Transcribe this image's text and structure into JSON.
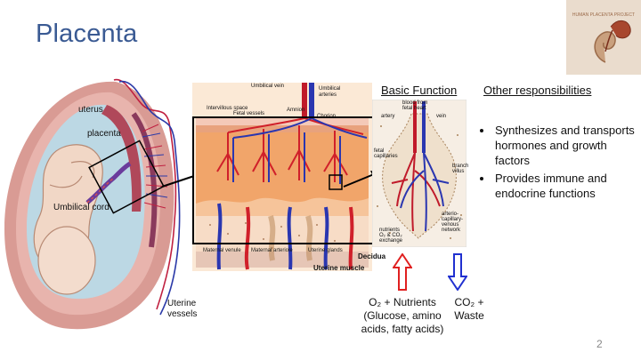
{
  "slide": {
    "title": "Placenta",
    "page_number": "2"
  },
  "figure_left": {
    "label_uterus": "uterus",
    "label_placenta": "placenta",
    "label_cord": "Umbilical cord",
    "label_vessels_1": "Uterine",
    "label_vessels_2": "vessels"
  },
  "figure_middle": {
    "label_umbilical_vein": "Umbilical vein",
    "label_umbilical_arteries_1": "Umbilical",
    "label_umbilical_arteries_2": "arteries",
    "label_intervillous": "Intervillous space",
    "label_fetal_vessels": "Fetal vessels",
    "label_amnion": "Amnion",
    "label_chorion": "Chorion",
    "label_maternal_venule": "Maternal venule",
    "label_maternal_arteriole": "Maternal arteriole",
    "label_uterine_glands": "Uterine glands",
    "label_decidua": "Decidua",
    "label_uterine_muscle": "Uterine muscle"
  },
  "figure_right": {
    "label_blood_from": "blood from",
    "label_fetal_heart": "fetal heart",
    "label_artery": "artery",
    "label_vein": "vein",
    "label_fetal_1": "fetal",
    "label_fetal_2": "capillaries",
    "label_branch_1": "branch",
    "label_branch_2": "villus",
    "label_acv_1": "arterio-",
    "label_acv_2": "capillary-",
    "label_acv_3": "venous",
    "label_acv_4": "network",
    "label_exchange_1": "nutrients",
    "label_exchange_2": "O₂ & CO₂",
    "label_exchange_3": "exchange"
  },
  "basic_function": {
    "heading": "Basic Function",
    "in_line1": "O₂ + Nutrients",
    "in_line2": "(Glucose, amino",
    "in_line3": "acids, fatty acids)",
    "out_line1": "CO₂ +",
    "out_line2": "Waste",
    "in_arrow_color": "#e02020",
    "out_arrow_color": "#2030d0"
  },
  "other_responsibilities": {
    "heading": "Other responsibilities",
    "items": [
      "Synthesizes and transports hormones and growth factors",
      "Provides immune and endocrine functions"
    ]
  },
  "logo": {
    "caption": "HUMAN PLACENTA PROJECT"
  }
}
